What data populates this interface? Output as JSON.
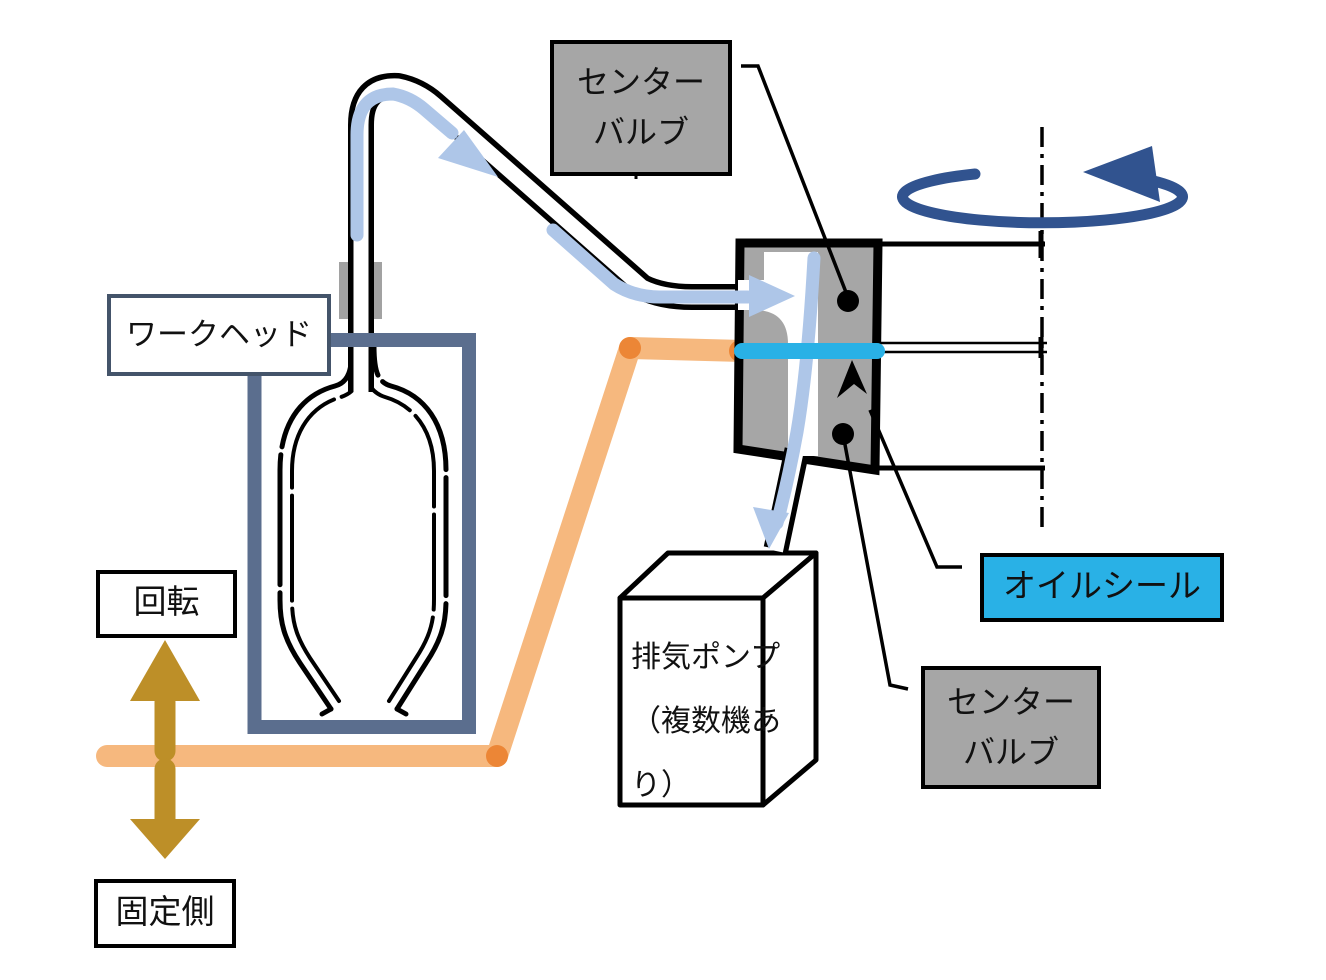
{
  "diagram": {
    "description_domain": "vacuum exhaust rotary work-head diagram",
    "labels": {
      "center_valve_top": [
        "センター",
        "バルブ"
      ],
      "work_head": "ワークヘッド",
      "rotation": "回転",
      "fixed_side": "固定側",
      "oil_seal": "オイルシール",
      "center_valve_bottom": [
        "センター",
        "バルブ"
      ],
      "exhaust_pump": [
        "排気ポンプ",
        "（複数機あ",
        "り）"
      ]
    },
    "colors": {
      "box_gray": "#a6a6a6",
      "chuck_gray": "#a2a2a2",
      "frame_slate_blue": "#5b6e8e",
      "label_border_blue": "#44546a",
      "oil_seal_cyan": "#29b1e6",
      "path_orange": "#f6b87e",
      "path_orange_joint": "#ec8636",
      "motion_gold": "#bd8f28",
      "flow_light_blue": "#aec6e8",
      "rotation_dark_blue": "#31538f",
      "line_black": "#000000"
    }
  }
}
